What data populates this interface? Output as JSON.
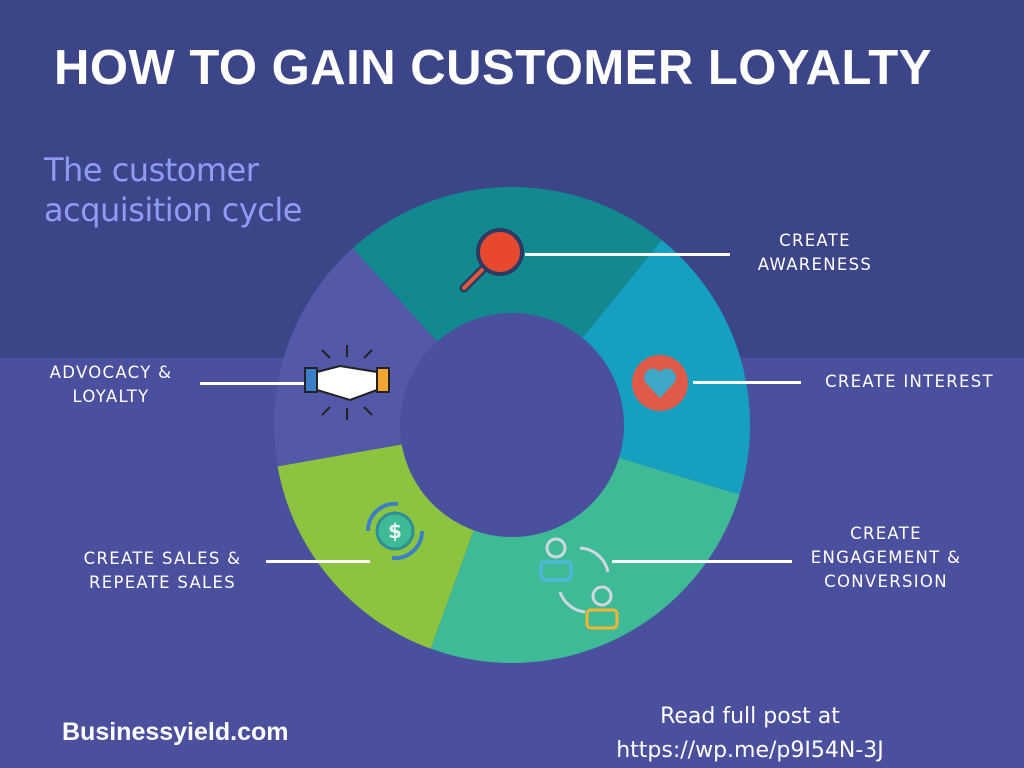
{
  "title": "HOW TO GAIN CUSTOMER LOYALTY",
  "subtitle": [
    "The customer",
    "acquisition cycle"
  ],
  "colors": {
    "top_bg": "#3d4589",
    "bottom_bg": "#4a4f9e",
    "awareness": "#12898f",
    "interest": "#159fc0",
    "engagement": "#3fba96",
    "sales": "#8cc440",
    "advocacy": "#5458a8"
  },
  "stages": [
    {
      "label": [
        "CREATE",
        "AWARENESS"
      ],
      "icon": "magnifier-icon"
    },
    {
      "label": [
        "CREATE INTEREST"
      ],
      "icon": "heart-icon"
    },
    {
      "label": [
        "CREATE",
        "ENGAGEMENT &",
        "CONVERSION"
      ],
      "icon": "people-icon"
    },
    {
      "label": [
        "CREATE SALES &",
        "REPEATE SALES"
      ],
      "icon": "dollar-cycle-icon"
    },
    {
      "label": [
        "ADVOCACY &",
        "LOYALTY"
      ],
      "icon": "handshake-icon"
    }
  ],
  "logo": "Businessyield.com",
  "footer": [
    "Read full post at",
    "https://wp.me/p9I54N-3J"
  ]
}
